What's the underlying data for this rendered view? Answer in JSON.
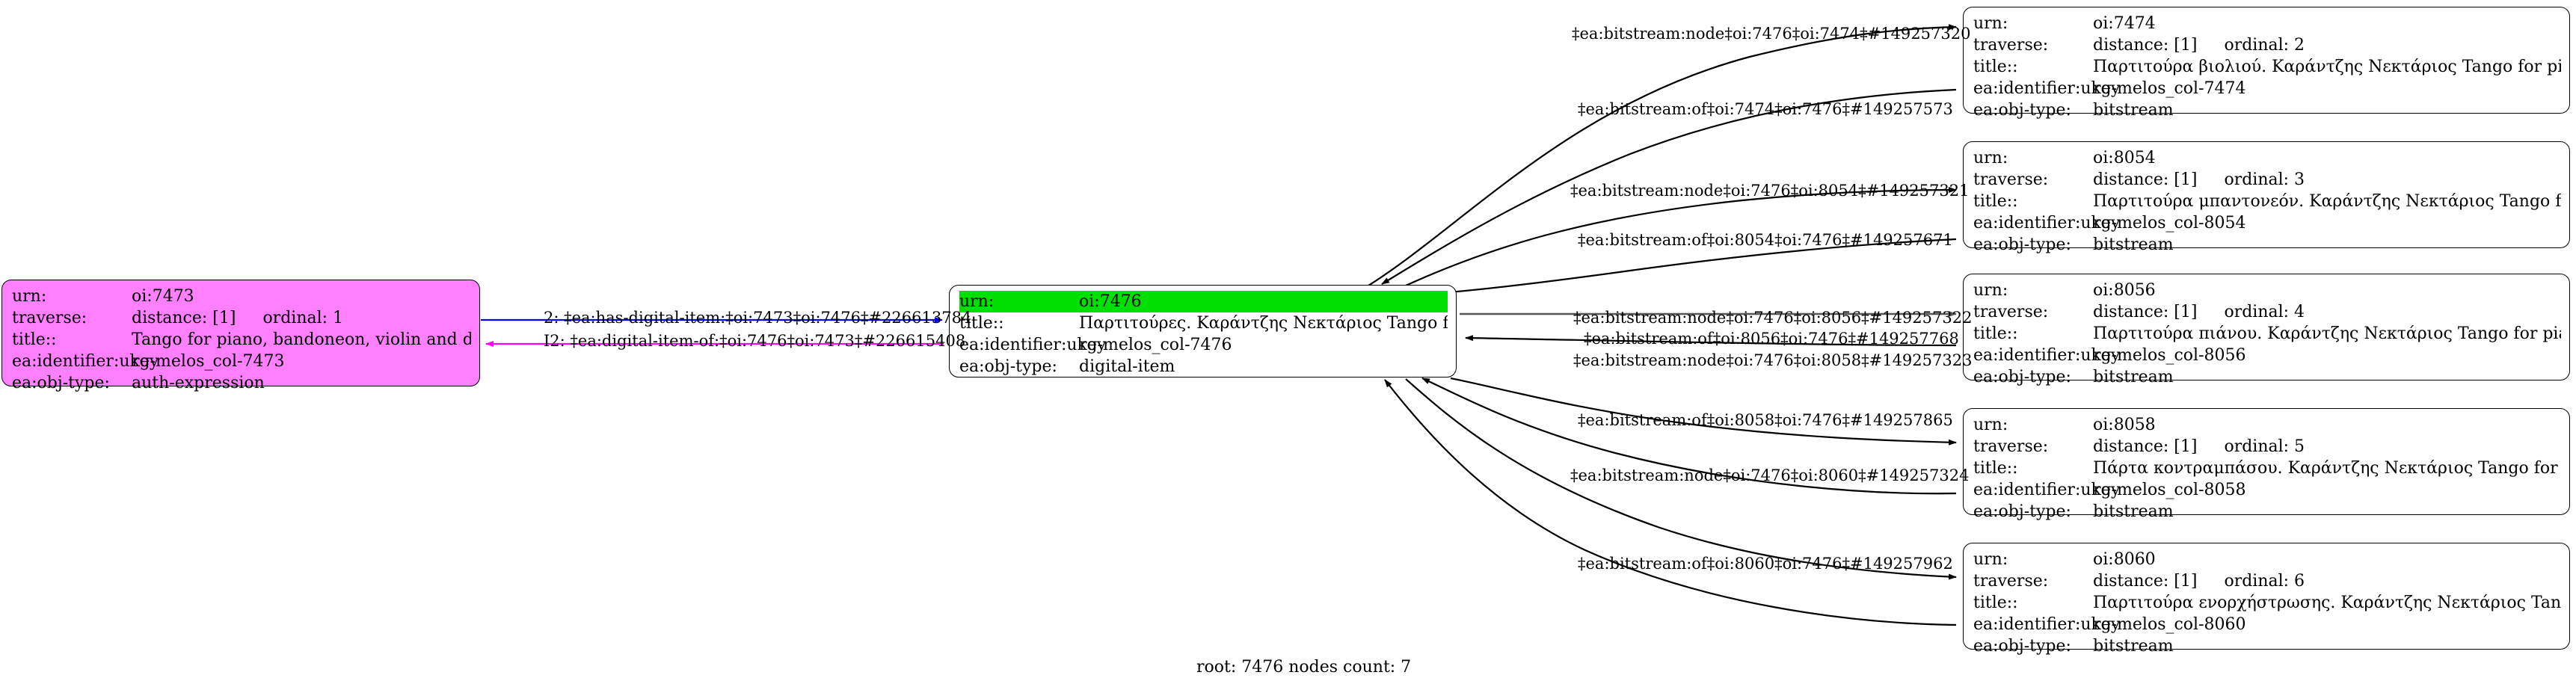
{
  "graph": {
    "footer": "root: 7476 nodes count: 7",
    "colors": {
      "root_highlight": "#00e000",
      "auth_expression": "#ff80ff",
      "edge_out": "#0000ff",
      "edge_in": "#ff00ff",
      "edge_default": "#000000"
    }
  },
  "nodes": [
    {
      "id": "7473",
      "fill": "#ff80ff",
      "rows": [
        {
          "key": "urn:",
          "value": "oi:7473"
        },
        {
          "key": "traverse:",
          "value": "distance: [1]",
          "value2": "ordinal: 1"
        },
        {
          "key": "title::",
          "value": "Tango for piano, bandoneon, violin and double bass"
        },
        {
          "key": "ea:identifier:ukey",
          "value": "rg-melos_col-7473"
        },
        {
          "key": "ea:obj-type:",
          "value": "auth-expression"
        }
      ]
    },
    {
      "id": "7476",
      "fill": "#ffffff",
      "rows": [
        {
          "key": "urn:",
          "value": "oi:7476",
          "highlight": true
        },
        {
          "key": "title::",
          "value": "Παρτιτούρες. Καράντζης Νεκτάριος Tango for piano, bandoneo..."
        },
        {
          "key": "ea:identifier:ukey",
          "value": "rg-melos_col-7476"
        },
        {
          "key": "ea:obj-type:",
          "value": "digital-item"
        }
      ]
    },
    {
      "id": "7474",
      "fill": "#ffffff",
      "rows": [
        {
          "key": "urn:",
          "value": "oi:7474"
        },
        {
          "key": "traverse:",
          "value": "distance: [1]",
          "value2": "ordinal: 2"
        },
        {
          "key": "title::",
          "value": "Παρτιτούρα βιολιού. Καράντζης Νεκτάριος Tango for piano, b..."
        },
        {
          "key": "ea:identifier:ukey",
          "value": "rg-melos_col-7474"
        },
        {
          "key": "ea:obj-type:",
          "value": "bitstream"
        }
      ]
    },
    {
      "id": "8054",
      "fill": "#ffffff",
      "rows": [
        {
          "key": "urn:",
          "value": "oi:8054"
        },
        {
          "key": "traverse:",
          "value": "distance: [1]",
          "value2": "ordinal: 3"
        },
        {
          "key": "title::",
          "value": "Παρτιτούρα μπαντονεόν. Καράντζης Νεκτάριος Tango for piano..."
        },
        {
          "key": "ea:identifier:ukey",
          "value": "rg-melos_col-8054"
        },
        {
          "key": "ea:obj-type:",
          "value": "bitstream"
        }
      ]
    },
    {
      "id": "8056",
      "fill": "#ffffff",
      "rows": [
        {
          "key": "urn:",
          "value": "oi:8056"
        },
        {
          "key": "traverse:",
          "value": "distance: [1]",
          "value2": "ordinal: 4"
        },
        {
          "key": "title::",
          "value": "Παρτιτούρα πιάνου. Καράντζης Νεκτάριος Tango for piano, ba..."
        },
        {
          "key": "ea:identifier:ukey",
          "value": "rg-melos_col-8056"
        },
        {
          "key": "ea:obj-type:",
          "value": "bitstream"
        }
      ]
    },
    {
      "id": "8058",
      "fill": "#ffffff",
      "rows": [
        {
          "key": "urn:",
          "value": "oi:8058"
        },
        {
          "key": "traverse:",
          "value": "distance: [1]",
          "value2": "ordinal: 5"
        },
        {
          "key": "title::",
          "value": "Πάρτα κοντραμπάσου. Καράντζης Νεκτάριος Tango for piano, b..."
        },
        {
          "key": "ea:identifier:ukey",
          "value": "rg-melos_col-8058"
        },
        {
          "key": "ea:obj-type:",
          "value": "bitstream"
        }
      ]
    },
    {
      "id": "8060",
      "fill": "#ffffff",
      "rows": [
        {
          "key": "urn:",
          "value": "oi:8060"
        },
        {
          "key": "traverse:",
          "value": "distance: [1]",
          "value2": "ordinal: 6"
        },
        {
          "key": "title::",
          "value": "Παρτιτούρα ενορχήστρωσης. Καράντζης Νεκτάριος Tango for pi..."
        },
        {
          "key": "ea:identifier:ukey",
          "value": "rg-melos_col-8060"
        },
        {
          "key": "ea:obj-type:",
          "value": "bitstream"
        }
      ]
    }
  ],
  "edges": [
    {
      "id": "e1",
      "label": "2: ‡ea:has-digital-item:‡oi:7473‡oi:7476‡#226613784",
      "color": "#0000ff"
    },
    {
      "id": "e2",
      "label": "I2: ‡ea:digital-item-of:‡oi:7476‡oi:7473‡#226615408",
      "color": "#ff00ff"
    },
    {
      "id": "e3",
      "label": "‡ea:bitstream:node‡oi:7476‡oi:7474‡#149257320",
      "color": "#000000"
    },
    {
      "id": "e4",
      "label": "‡ea:bitstream:of‡oi:7474‡oi:7476‡#149257573",
      "color": "#000000"
    },
    {
      "id": "e5",
      "label": "‡ea:bitstream:node‡oi:7476‡oi:8054‡#149257321",
      "color": "#000000"
    },
    {
      "id": "e6",
      "label": "‡ea:bitstream:of‡oi:8054‡oi:7476‡#149257671",
      "color": "#000000"
    },
    {
      "id": "e7",
      "label": "‡ea:bitstream:node‡oi:7476‡oi:8056‡#149257322",
      "color": "#555555"
    },
    {
      "id": "e8",
      "label": "‡ea:bitstream:of‡oi:8056‡oi:7476‡#149257768",
      "color": "#000000"
    },
    {
      "id": "e9",
      "label": "‡ea:bitstream:node‡oi:7476‡oi:8058‡#149257323",
      "color": "#000000"
    },
    {
      "id": "e10",
      "label": "‡ea:bitstream:of‡oi:8058‡oi:7476‡#149257865",
      "color": "#000000"
    },
    {
      "id": "e11",
      "label": "‡ea:bitstream:node‡oi:7476‡oi:8060‡#149257324",
      "color": "#000000"
    },
    {
      "id": "e12",
      "label": "‡ea:bitstream:of‡oi:8060‡oi:7476‡#149257962",
      "color": "#000000"
    }
  ]
}
